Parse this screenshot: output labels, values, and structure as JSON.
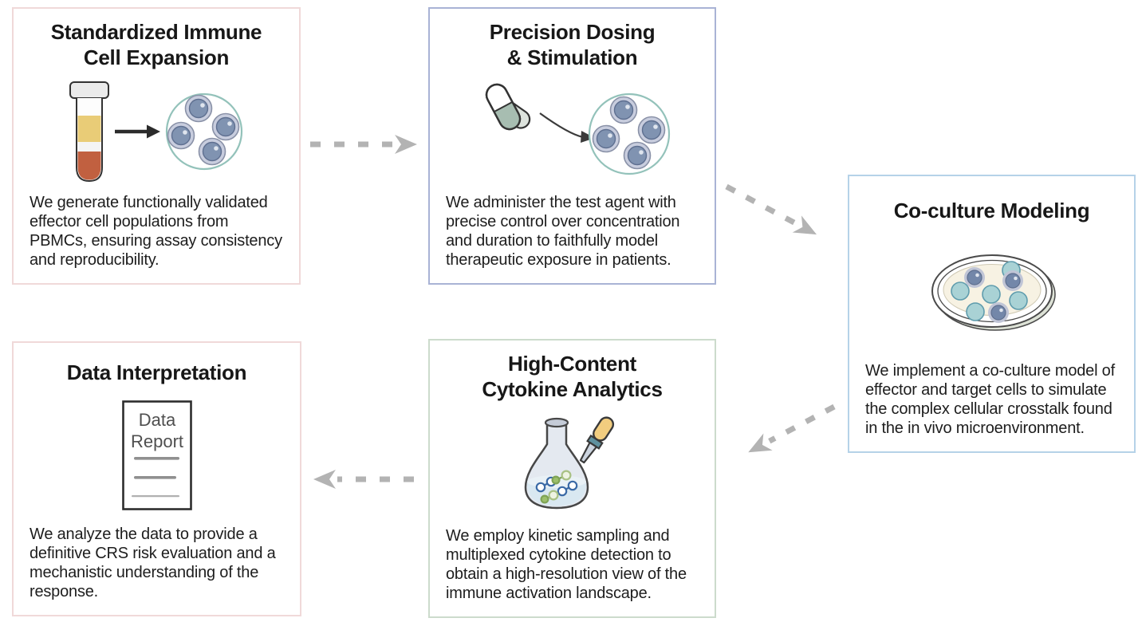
{
  "cards": [
    {
      "title": [
        "Standardized Immune",
        "Cell Expansion"
      ],
      "description": "We generate functionally validated effector cell populations from PBMCs, ensuring assay consistency and reproducibility.",
      "accent_color": "#f0d9d9",
      "icons": [
        "blood-sample-tube-icon",
        "arrow-right-icon",
        "expanded-immune-cells-icon"
      ]
    },
    {
      "title": [
        "Precision Dosing",
        "& Stimulation"
      ],
      "description": "We administer the test agent with precise control over concentration and duration to faithfully model therapeutic exposure in patients.",
      "accent_color": "#a9b3d5",
      "icons": [
        "pills-icon",
        "curved-arrow-icon",
        "stimulated-cells-icon"
      ]
    },
    {
      "title": [
        "Co-culture Modeling"
      ],
      "description": "We implement a co-culture model of effector and target cells to simulate the complex cellular crosstalk found in the in vivo microenvironment.",
      "accent_color": "#b5d2e8",
      "icons": [
        "petri-dish-coculture-icon"
      ]
    },
    {
      "title": [
        "High-Content",
        "Cytokine Analytics"
      ],
      "description": "We employ kinetic sampling and multiplexed cytokine detection to obtain a high-resolution view of the immune activation landscape.",
      "accent_color": "#ccdbcc",
      "icons": [
        "flask-with-molecules-icon",
        "pipette-icon"
      ]
    },
    {
      "title": [
        "Data Interpretation"
      ],
      "description": "We analyze the data to provide a definitive CRS risk evaluation and a mechanistic understanding of the response.",
      "accent_color": "#f0d9d9",
      "icons": [
        "data-report-document-icon"
      ]
    }
  ],
  "report_doc": {
    "line1": "Data",
    "line2": "Report"
  },
  "flow": {
    "arrow_color": "#b3b3b3"
  }
}
